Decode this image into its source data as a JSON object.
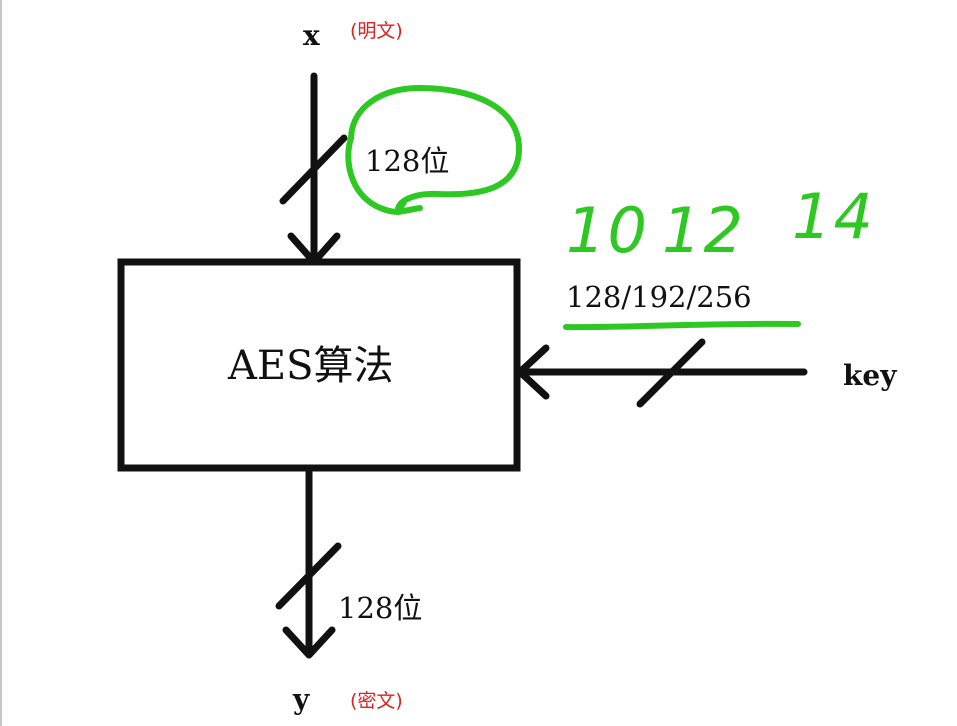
{
  "colors": {
    "ink": "#111111",
    "annotation": "#dd2222",
    "marker": "#2ec823"
  },
  "input": {
    "var": "x",
    "note": "(明文)",
    "bits": "128位"
  },
  "output": {
    "var": "y",
    "note": "(密文)",
    "bits": "128位"
  },
  "block": {
    "title": "AES算法"
  },
  "key": {
    "label": "key",
    "sizes": "128/192/256"
  },
  "handwritten": {
    "rounds": [
      "10",
      "12",
      "14"
    ]
  }
}
